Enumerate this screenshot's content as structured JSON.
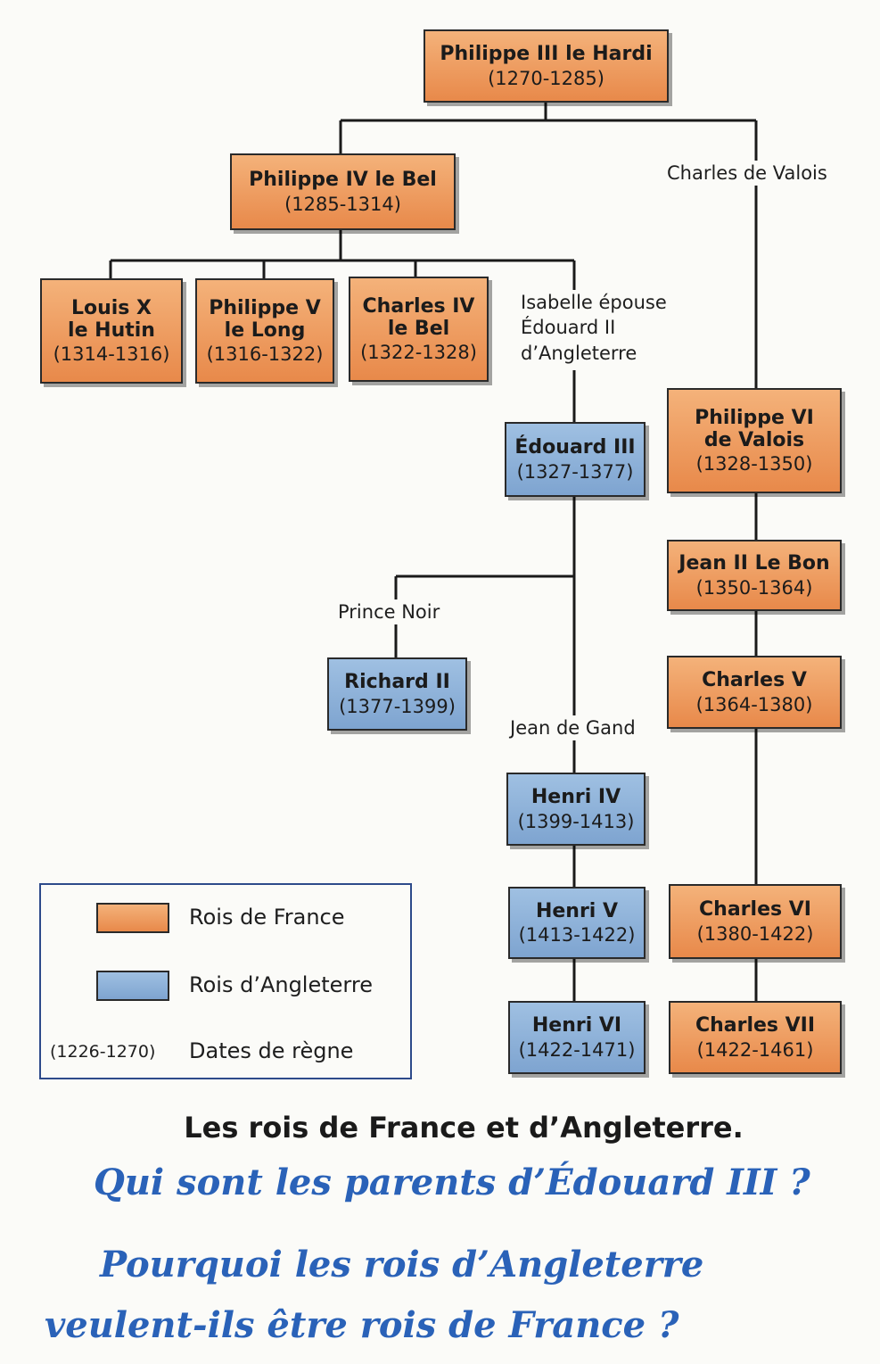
{
  "colors": {
    "france": "#e8894a",
    "england": "#7ea4d0",
    "line": "#1a1a1a",
    "question": "#2a62b8"
  },
  "kings": {
    "philippe3": {
      "name": "Philippe III le Hardi",
      "dates": "(1270-1285)"
    },
    "philippe4": {
      "name": "Philippe IV le Bel",
      "dates": "(1285-1314)"
    },
    "louis10": {
      "name": "Louis X",
      "name2": "le Hutin",
      "dates": "(1314-1316)"
    },
    "philippe5": {
      "name": "Philippe V",
      "name2": "le Long",
      "dates": "(1316-1322)"
    },
    "charles4": {
      "name": "Charles IV",
      "name2": "le Bel",
      "dates": "(1322-1328)"
    },
    "edouard3": {
      "name": "Édouard III",
      "dates": "(1327-1377)"
    },
    "philippe6": {
      "name": "Philippe VI",
      "name2": "de Valois",
      "dates": "(1328-1350)"
    },
    "jean2": {
      "name": "Jean II Le Bon",
      "dates": "(1350-1364)"
    },
    "richard2": {
      "name": "Richard II",
      "dates": "(1377-1399)"
    },
    "charles5": {
      "name": "Charles V",
      "dates": "(1364-1380)"
    },
    "henri4": {
      "name": "Henri IV",
      "dates": "(1399-1413)"
    },
    "henri5": {
      "name": "Henri V",
      "dates": "(1413-1422)"
    },
    "charles6": {
      "name": "Charles VI",
      "dates": "(1380-1422)"
    },
    "henri6": {
      "name": "Henri VI",
      "dates": "(1422-1471)"
    },
    "charles7": {
      "name": "Charles VII",
      "dates": "(1422-1461)"
    }
  },
  "labels": {
    "charles_valois": "Charles de Valois",
    "isabelle": [
      "Isabelle épouse",
      "Édouard II",
      "d’Angleterre"
    ],
    "prince_noir": "Prince Noir",
    "jean_gand": "Jean de Gand"
  },
  "legend": {
    "france": "Rois de France",
    "england": "Rois d’Angleterre",
    "sample_dates": "(1226-1270)",
    "dates_text": "Dates de règne"
  },
  "caption": "Les rois de France et d’Angleterre.",
  "questions": [
    "Qui sont les parents d’Édouard III ?",
    "Pourquoi les rois d’Angleterre",
    "veulent-ils être rois de France ?"
  ]
}
